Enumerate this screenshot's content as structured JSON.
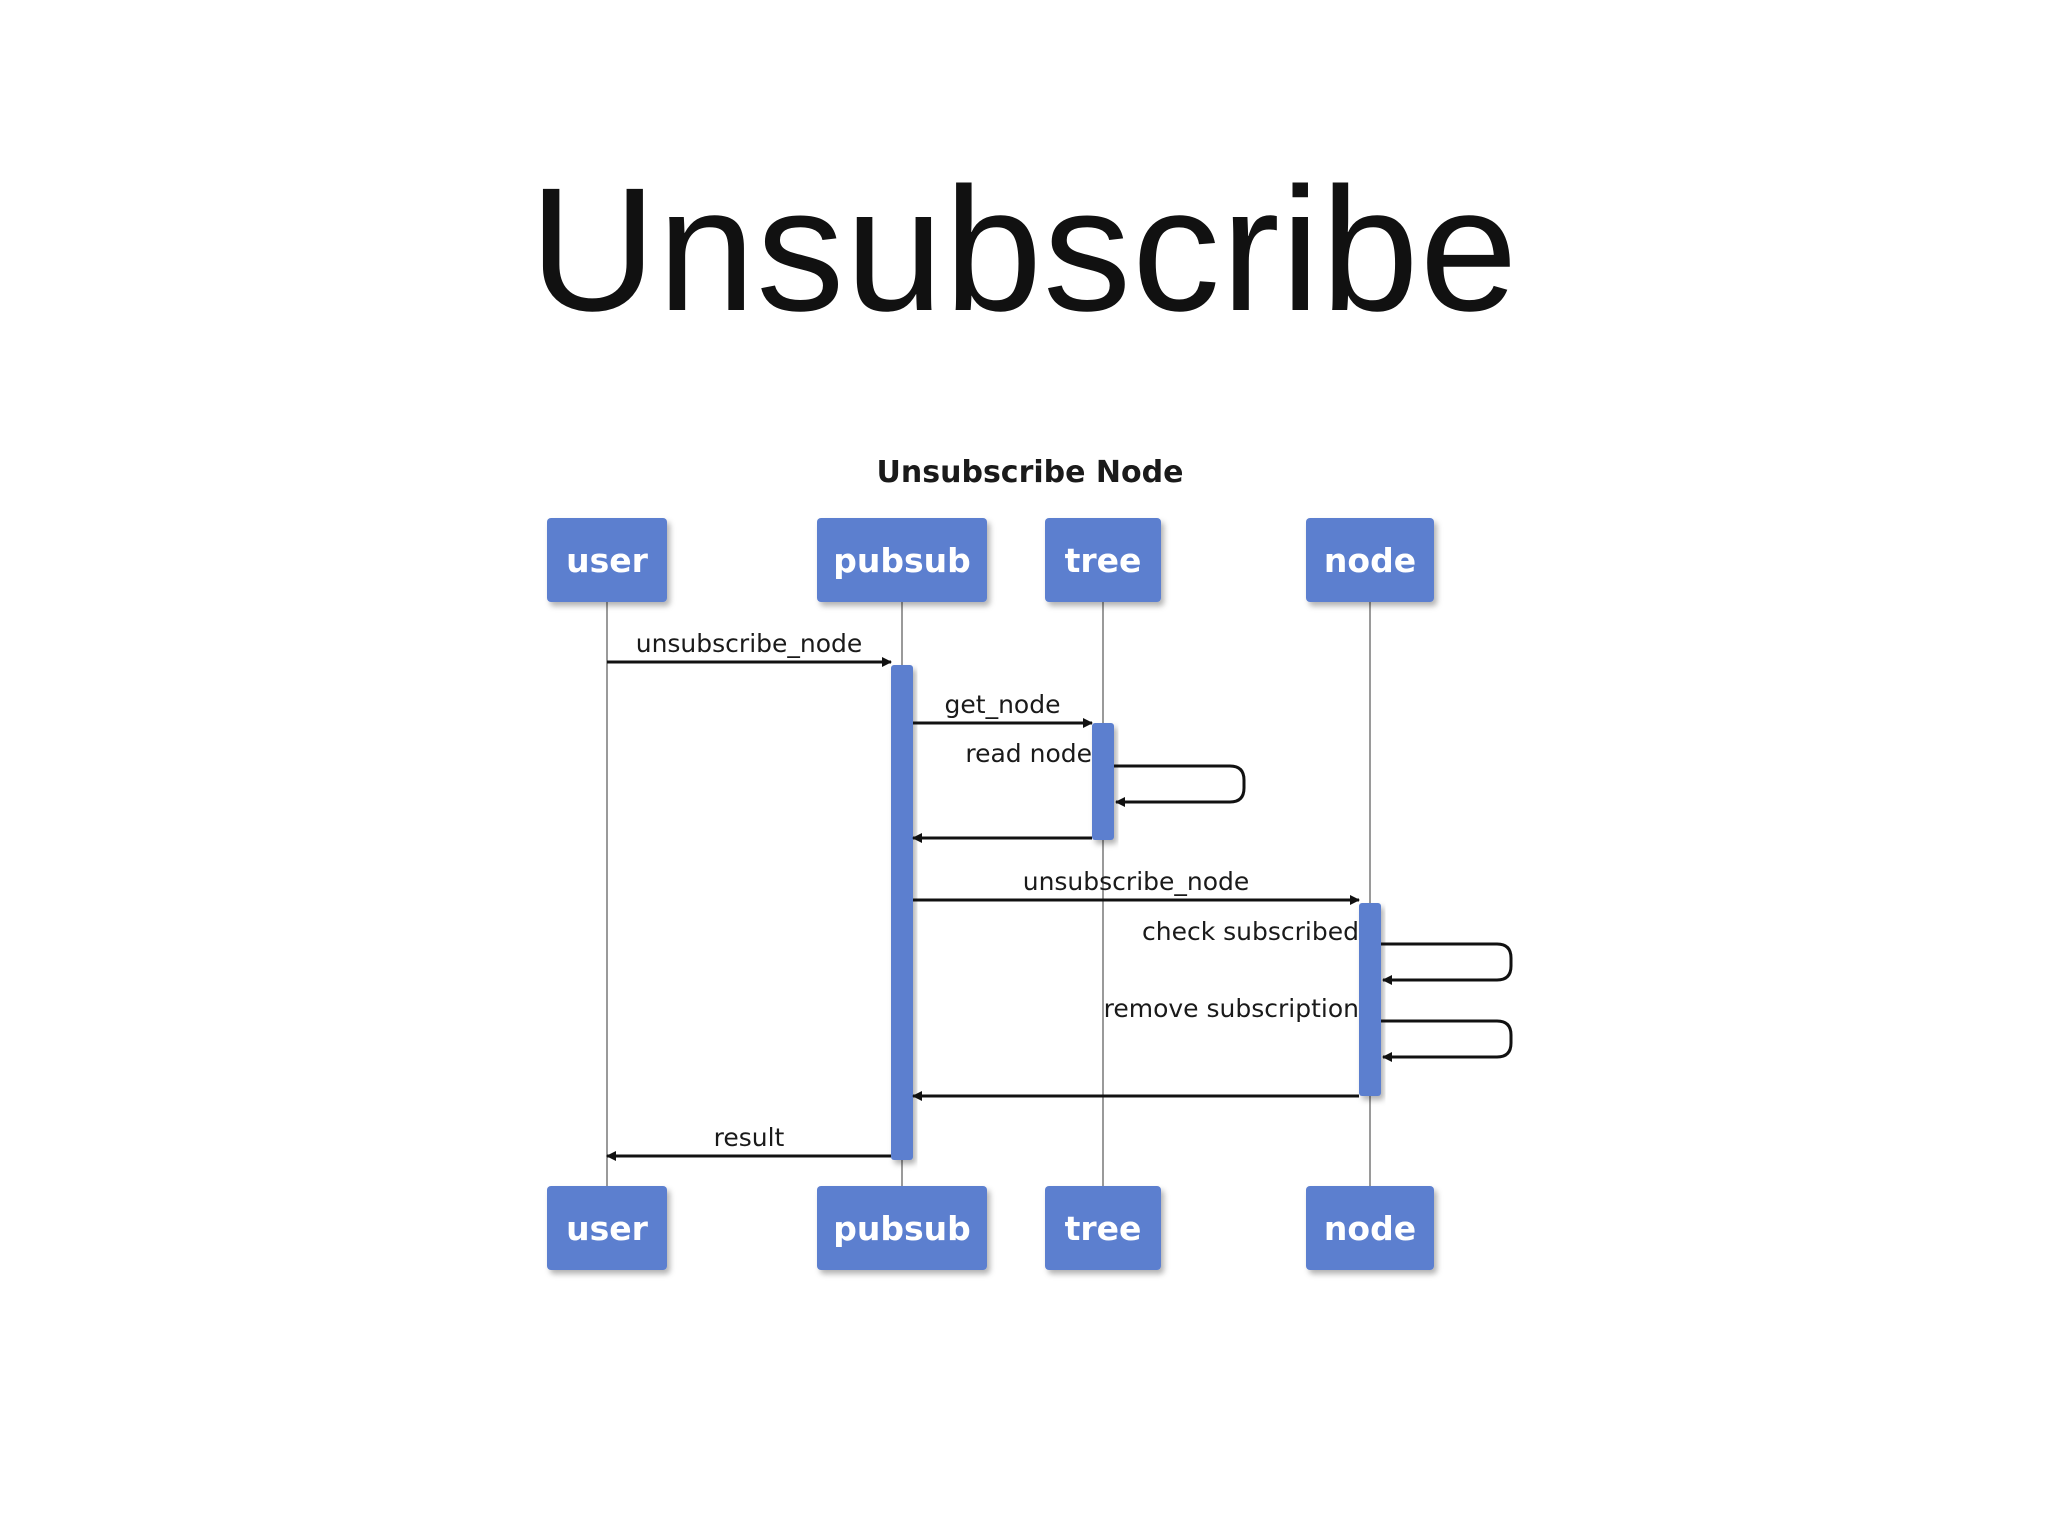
{
  "slide": {
    "title": "Unsubscribe"
  },
  "diagram": {
    "title": "Unsubscribe Node",
    "participants": [
      {
        "id": "user",
        "label": "user"
      },
      {
        "id": "pubsub",
        "label": "pubsub"
      },
      {
        "id": "tree",
        "label": "tree"
      },
      {
        "id": "node",
        "label": "node"
      }
    ],
    "messages": [
      {
        "from": "user",
        "to": "pubsub",
        "label": "unsubscribe_node",
        "kind": "call"
      },
      {
        "from": "pubsub",
        "to": "tree",
        "label": "get_node",
        "kind": "call"
      },
      {
        "from": "tree",
        "to": "tree",
        "label": "read node",
        "kind": "self"
      },
      {
        "from": "tree",
        "to": "pubsub",
        "label": "",
        "kind": "return"
      },
      {
        "from": "pubsub",
        "to": "node",
        "label": "unsubscribe_node",
        "kind": "call"
      },
      {
        "from": "node",
        "to": "node",
        "label": "check subscribed",
        "kind": "self"
      },
      {
        "from": "node",
        "to": "node",
        "label": "remove subscription",
        "kind": "self"
      },
      {
        "from": "node",
        "to": "pubsub",
        "label": "",
        "kind": "return"
      },
      {
        "from": "pubsub",
        "to": "user",
        "label": "result",
        "kind": "return"
      }
    ],
    "colors": {
      "box": "#5b7fcf",
      "activation": "#5b7fcf",
      "lifeline": "#9a9a9a",
      "arrow": "#111111"
    }
  }
}
